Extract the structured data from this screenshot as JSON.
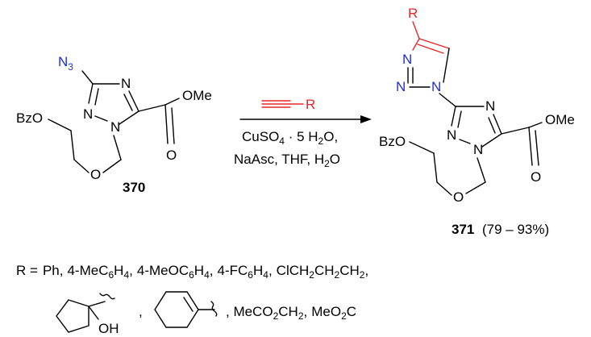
{
  "colors": {
    "azide": "#1c2fd6",
    "alkyne": "#e8262a",
    "bond": "#000000"
  },
  "reactant": {
    "id": "370",
    "azide_symbol": "N",
    "azide_sub": "3",
    "ring_n_top": "N",
    "ring_n_left": "N",
    "ring_n_bottom": "N",
    "ester_o": "O",
    "ester_me": "OMe",
    "carbonyl_o": "O",
    "ether_o": "O",
    "bzo": "BzO"
  },
  "arrow": {
    "alkyne_r": "R",
    "line1_a": "CuSO",
    "line1_sub4": "4",
    "line1_b": " · 5 H",
    "line1_sub2": "2",
    "line1_c": "O,",
    "line2_a": "NaAsc, THF, H",
    "line2_sub2": "2",
    "line2_c": "O"
  },
  "product": {
    "id": "371",
    "yield": "(79 – 93%)",
    "r": "R",
    "triazole_n1": "N",
    "triazole_n2": "N",
    "triazole_n3": "N",
    "ring_n_top": "N",
    "ring_n_left": "N",
    "ring_n_bottom": "N",
    "ester_me": "OMe",
    "carbonyl_o": "O",
    "ether_o": "O",
    "bzo": "BzO"
  },
  "legend": {
    "r_eq": "R =",
    "ph": "Ph,",
    "mec6h4_a": "4-MeC",
    "mec6h4_s1": "6",
    "mec6h4_b": "H",
    "mec6h4_s2": "4",
    "mec6h4_c": ",",
    "meoc6h4_a": "4-MeOC",
    "meoc6h4_s1": "6",
    "meoc6h4_b": "H",
    "meoc6h4_s2": "4",
    "meoc6h4_c": ",",
    "fc6h4_a": "4-FC",
    "fc6h4_s1": "6",
    "fc6h4_b": "H",
    "fc6h4_s2": "4",
    "fc6h4_c": ",",
    "clpr_a": "ClCH",
    "clpr_s1": "2",
    "clpr_b": "CH",
    "clpr_s2": "2",
    "clpr_c": "CH",
    "clpr_s3": "2",
    "clpr_d": ",",
    "oh": "OH",
    "comma": ",",
    "mecoo_a": ", MeCO",
    "mecoo_s1": "2",
    "mecoo_b": "CH",
    "mecoo_s2": "2",
    "mecoo_c": ",",
    "meo2c_a": "MeO",
    "meo2c_s": "2",
    "meo2c_b": "C"
  }
}
